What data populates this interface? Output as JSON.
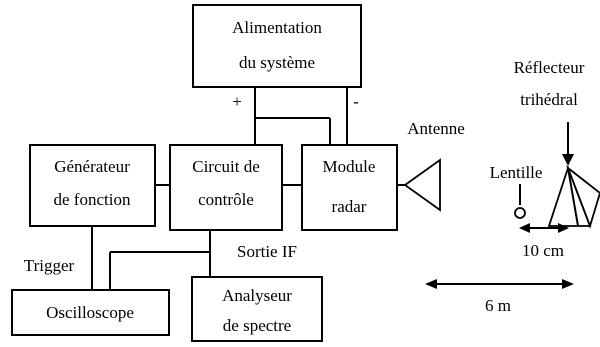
{
  "blocks": {
    "alimentation": {
      "line1": "Alimentation",
      "line2": "du système"
    },
    "generateur": {
      "line1": "Générateur",
      "line2": "de fonction"
    },
    "circuit": {
      "line1": "Circuit de",
      "line2": "contrôle"
    },
    "module": {
      "line1": "Module",
      "line2": "radar"
    },
    "oscilloscope": {
      "line1": "Oscilloscope"
    },
    "analyseur": {
      "line1": "Analyseur",
      "line2": "de spectre"
    }
  },
  "labels": {
    "plus": "+",
    "minus": "-",
    "antenne": "Antenne",
    "reflecteur_line1": "Réflecteur",
    "reflecteur_line2": "trihédral",
    "lentille": "Lentille",
    "trigger": "Trigger",
    "sortie_if": "Sortie IF",
    "dist_small": "10 cm",
    "dist_large": "6 m"
  },
  "icons": [
    "antenna-icon",
    "lens-icon",
    "trihedral-reflector-icon",
    "arrow-down-icon",
    "double-arrow-icon"
  ],
  "colors": {
    "line": "#000000",
    "background": "#ffffff"
  }
}
